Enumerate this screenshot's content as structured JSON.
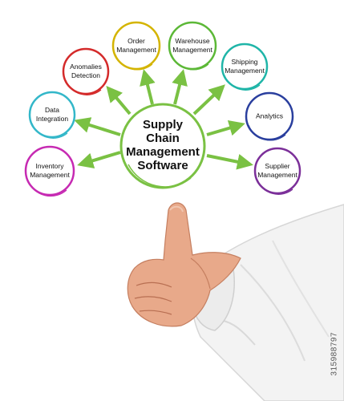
{
  "center": {
    "label": "Supply\nChain\nManagement\nSoftware",
    "color": "#7ac143"
  },
  "nodes": [
    {
      "id": "order-management",
      "label": "Order\nManagement",
      "color": "#d4b400"
    },
    {
      "id": "warehouse-management",
      "label": "Warehouse\nManagement",
      "color": "#5cb837"
    },
    {
      "id": "shipping-management",
      "label": "Shipping\nManagement",
      "color": "#1fb5a8"
    },
    {
      "id": "analytics",
      "label": "Analytics",
      "color": "#2a3f9e"
    },
    {
      "id": "supplier-management",
      "label": "Supplier\nManagement",
      "color": "#7b2f99"
    },
    {
      "id": "anomalies-detection",
      "label": "Anomalies\nDetection",
      "color": "#d42a2a"
    },
    {
      "id": "data-integration",
      "label": "Data\nIntegration",
      "color": "#33b7c9"
    },
    {
      "id": "inventory-management",
      "label": "Inventory\nManagement",
      "color": "#c62ab2"
    }
  ],
  "arrow_color": "#7ac143",
  "watermark": "315988797"
}
